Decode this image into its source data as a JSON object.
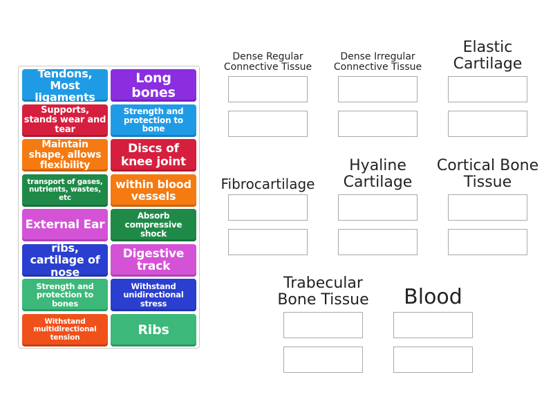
{
  "tiles": [
    {
      "label": "Tendons, Most ligaments",
      "color": "#1f9be6",
      "size": 16
    },
    {
      "label": "Long bones",
      "color": "#8b2ee0",
      "size": 19
    },
    {
      "label": "Supports, stands wear and tear",
      "color": "#d61f3e",
      "size": 13
    },
    {
      "label": "Strength and protection to bone",
      "color": "#1f9be6",
      "size": 12
    },
    {
      "label": "Maintain shape, allows flexibility",
      "color": "#f57a12",
      "size": 14
    },
    {
      "label": "Discs of knee joint",
      "color": "#d61f3e",
      "size": 17
    },
    {
      "label": "transport of gases, nutrients, wastes, etc",
      "color": "#1f8a48",
      "size": 10.5
    },
    {
      "label": "within blood vessels",
      "color": "#f57a12",
      "size": 16
    },
    {
      "label": "External Ear",
      "color": "#d452d6",
      "size": 17
    },
    {
      "label": "Absorb compressive shock",
      "color": "#1f8a48",
      "size": 12
    },
    {
      "label": "ribs, cartilage of nose",
      "color": "#2a3fcf",
      "size": 16
    },
    {
      "label": "Digestive track",
      "color": "#d452d6",
      "size": 17
    },
    {
      "label": "Strength and protection to bones",
      "color": "#3cb87a",
      "size": 11.5
    },
    {
      "label": "Withstand unidirectional stress",
      "color": "#2a3fcf",
      "size": 11.5
    },
    {
      "label": "Withstand multidirectional tension",
      "color": "#f0501a",
      "size": 10.5
    },
    {
      "label": "Ribs",
      "color": "#3cb87a",
      "size": 19
    }
  ],
  "groups": [
    {
      "title": "Dense Regular Connective Tissue",
      "size": 14
    },
    {
      "title": "Dense Irregular Connective Tissue",
      "size": 14
    },
    {
      "title": "Elastic Cartilage",
      "size": 22
    },
    {
      "title": "Fibrocartilage",
      "size": 20
    },
    {
      "title": "Hyaline Cartilage",
      "size": 22
    },
    {
      "title": "Cortical Bone Tissue",
      "size": 22
    },
    {
      "title": "Trabecular Bone Tissue",
      "size": 22
    },
    {
      "title": "Blood",
      "size": 30
    }
  ]
}
